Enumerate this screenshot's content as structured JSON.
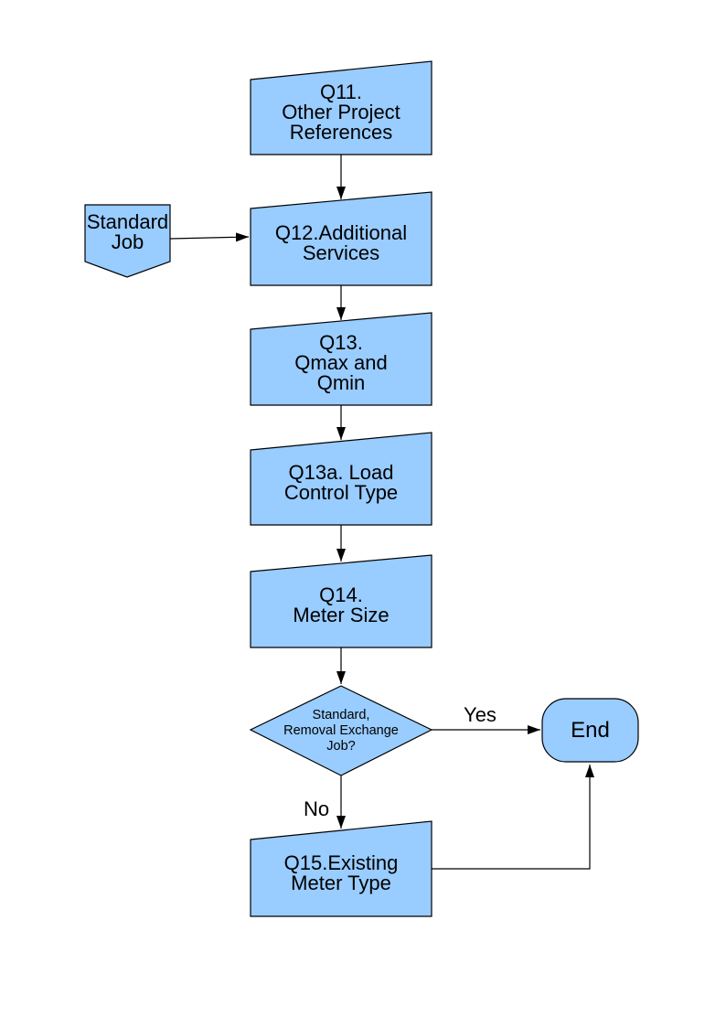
{
  "colors": {
    "node_fill": "#99CCFF",
    "node_border": "#000000",
    "connector": "#000000",
    "text": "#000000",
    "page_background": "#FFFFFF"
  },
  "flowchart": {
    "nodes": {
      "q11": {
        "type": "manual-input",
        "label": "Q11.\nOther Project\nReferences"
      },
      "standard_job": {
        "type": "off-page-connector",
        "label": "Standard\nJob"
      },
      "q12": {
        "type": "manual-input",
        "label": "Q12.Additional\nServices"
      },
      "q13": {
        "type": "manual-input",
        "label": "Q13.\nQmax and\nQmin"
      },
      "q13a": {
        "type": "manual-input",
        "label": "Q13a. Load\nControl Type"
      },
      "q14": {
        "type": "manual-input",
        "label": "Q14.\nMeter Size"
      },
      "decision": {
        "type": "decision-diamond",
        "label": "Standard,\nRemoval Exchange\nJob?"
      },
      "end": {
        "type": "terminator",
        "label": "End"
      },
      "q15": {
        "type": "manual-input",
        "label": "Q15.Existing\nMeter Type"
      }
    },
    "edges": [
      {
        "from": "q11",
        "to": "q12",
        "label": ""
      },
      {
        "from": "standard_job",
        "to": "q12",
        "label": ""
      },
      {
        "from": "q12",
        "to": "q13",
        "label": ""
      },
      {
        "from": "q13",
        "to": "q13a",
        "label": ""
      },
      {
        "from": "q13a",
        "to": "q14",
        "label": ""
      },
      {
        "from": "q14",
        "to": "decision",
        "label": ""
      },
      {
        "from": "decision",
        "to": "end",
        "label": "Yes"
      },
      {
        "from": "decision",
        "to": "q15",
        "label": "No"
      },
      {
        "from": "q15",
        "to": "end",
        "label": ""
      }
    ]
  }
}
